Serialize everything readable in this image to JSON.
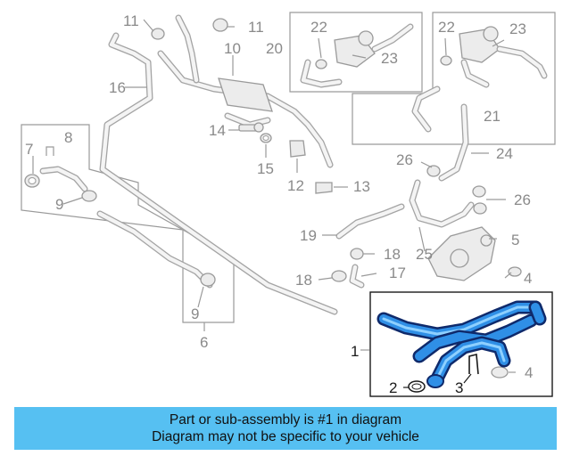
{
  "callouts": {
    "c1": "1",
    "c2": "2",
    "c3": "3",
    "c4a": "4",
    "c4b": "4",
    "c5": "5",
    "c6": "6",
    "c7": "7",
    "c8": "8",
    "c9a": "9",
    "c9b": "9",
    "c10": "10",
    "c11a": "11",
    "c11b": "11",
    "c12": "12",
    "c13": "13",
    "c14": "14",
    "c15": "15",
    "c16": "16",
    "c17": "17",
    "c18a": "18",
    "c18b": "18",
    "c19": "19",
    "c20": "20",
    "c21": "21",
    "c22a": "22",
    "c22b": "22",
    "c23a": "23",
    "c23b": "23",
    "c24": "24",
    "c25": "25",
    "c26a": "26",
    "c26b": "26"
  },
  "banner": {
    "line1": "Part or sub-assembly is #1 in diagram",
    "line2": "Diagram may not be specific to your vehicle",
    "color": "#56c0f2"
  },
  "highlight": {
    "part_color": "#2f8fe6",
    "outline_color": "#0f2a6b"
  }
}
